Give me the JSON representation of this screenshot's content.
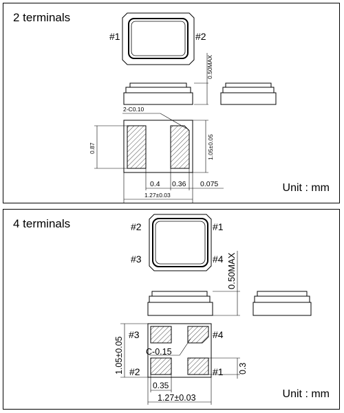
{
  "panels": [
    {
      "title": "2 terminals",
      "unit": "Unit : mm",
      "pins": [
        "#1",
        "#2"
      ],
      "dimensions": {
        "height_max": "0.50MAX",
        "chamfer": "2-C0.10",
        "pad_height": "0.87",
        "body_height": "1.05±0.05",
        "pad_width": "0.4",
        "pad_gap": "0.36",
        "edge_gap": "0.075",
        "body_width": "1.27±0.03"
      }
    },
    {
      "title": "4 terminals",
      "unit": "Unit : mm",
      "pins": [
        "#1",
        "#2",
        "#3",
        "#4"
      ],
      "dimensions": {
        "height_max": "0.50MAX",
        "chamfer": "C-0.15",
        "body_height": "1.05±0.05",
        "pad_height": "0.3",
        "pad_width": "0.35",
        "body_width": "1.27±0.03"
      }
    }
  ]
}
